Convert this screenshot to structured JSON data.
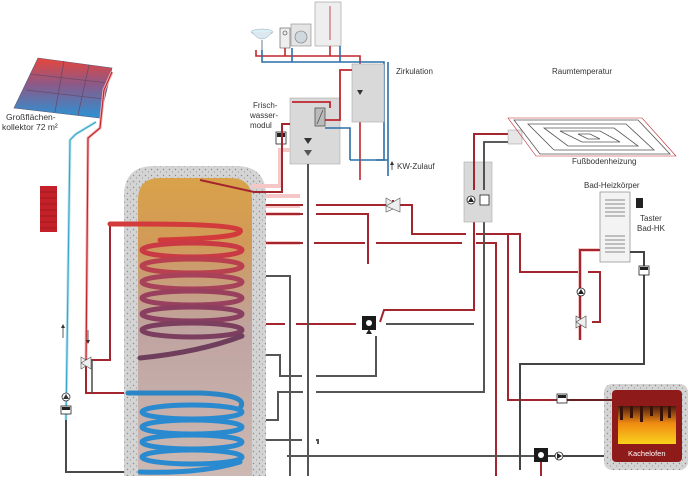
{
  "title": "Solar heating system schematic with storage tank",
  "labels": {
    "collector_line1": "Großflächen-",
    "collector_line2": "kollektor 72 m²",
    "zirkulation": "Zirkulation",
    "frischwasser_line1": "Frisch-",
    "frischwasser_line2": "wasser-",
    "frischwasser_line3": "modul",
    "kw_zulauf": "KW-Zulauf",
    "raumtemperatur": "Raumtemperatur",
    "fussbodenheizung": "Fußbodenheizung",
    "bad_heizkoerper": "Bad-Heizkörper",
    "taster_line1": "Taster",
    "taster_line2": "Bad-HK",
    "kachelofen": "Kachelofen"
  },
  "flow_arrows": {
    "collector_return": "up",
    "collector_flow": "down",
    "kw_zulauf": "up"
  },
  "colors": {
    "hot_pipe": "#a3262e",
    "hot_pipe_glow": "#f4b5b5",
    "cold_pipe": "#2c7fb8",
    "cold_pipe_light": "#6cc7dd",
    "return_pipe": "#4a4a4a",
    "tank_top": "#d9a24a",
    "tank_bottom": "#c9b3ad",
    "insulation": "#d6d6d6",
    "module_box": "#d9d9d9",
    "fire_red": "#9b1b1b",
    "fire_yellow": "#f7c21a"
  }
}
